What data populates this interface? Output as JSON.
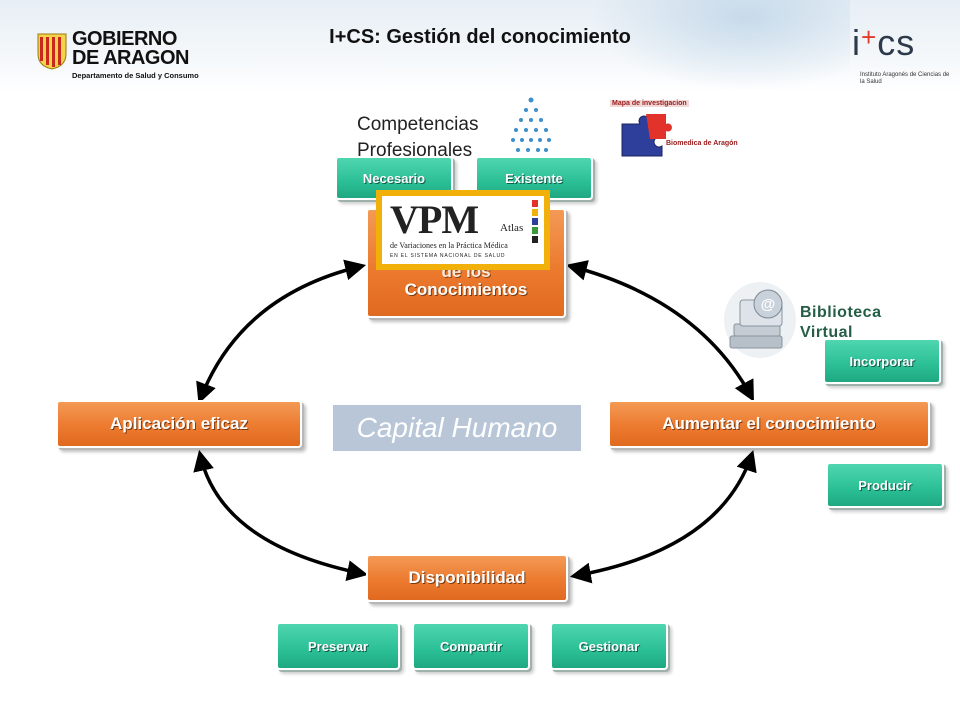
{
  "header": {
    "title": "I+CS: Gestión del conocimiento",
    "logo_left": {
      "line1": "GOBIERNO",
      "line2": "DE ARAGON",
      "subtitle": "Departamento de Salud y Consumo"
    },
    "logo_right": {
      "text": "i+cs",
      "subtitle": "Instituto Aragonés de Ciencias de la Salud"
    }
  },
  "diagram": {
    "center": "Capital Humano",
    "top_node": {
      "label_partial": "de los",
      "label": "Conocimientos"
    },
    "right_node": "Aumentar el conocimiento",
    "bottom_node": "Disponibilidad",
    "left_node": "Aplicación eficaz",
    "top_children": [
      "Necesario",
      "Existente"
    ],
    "right_children": [
      "Incorporar",
      "Producir"
    ],
    "bottom_children": [
      "Preservar",
      "Compartir",
      "Gestionar"
    ],
    "competencias": {
      "line1": "Competencias",
      "line2": "Profesionales"
    },
    "biblioteca": {
      "line1": "Biblioteca",
      "line2": "Virtual"
    },
    "vpm": {
      "big": "VPM",
      "atlas": "Atlas",
      "line1": "de Variaciones en la Práctica Médica",
      "line2": "EN EL SISTEMA NACIONAL DE SALUD"
    },
    "mapa": {
      "line1": "Mapa de investigacion",
      "line2": "Biomedica de Aragón"
    }
  },
  "colors": {
    "orange": "#ec7a2f",
    "green": "#2bbf95",
    "capital_bg": "#b8c6d8",
    "vpm_border": "#f2b10a"
  }
}
